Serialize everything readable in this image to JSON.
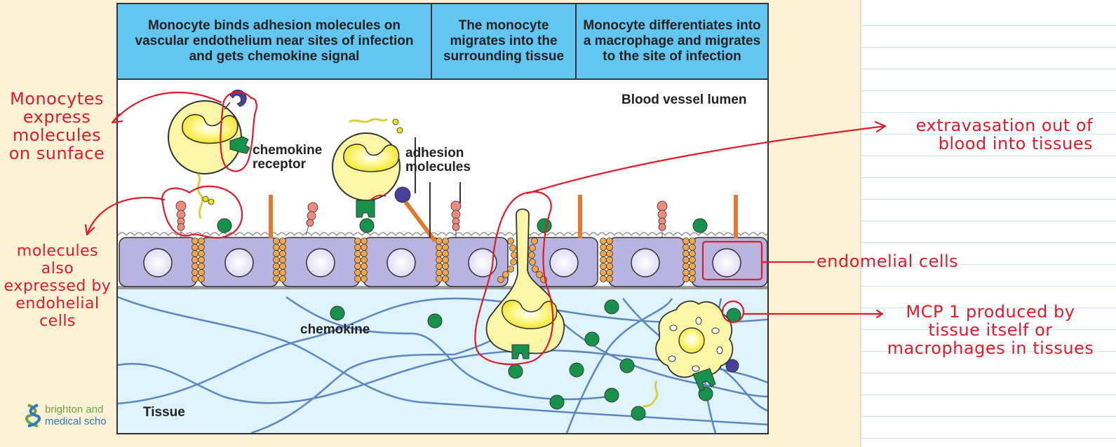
{
  "header": {
    "steps": [
      "Monocyte binds adhesion molecules on vascular endothelium near sites of infection and gets chemokine signal",
      "The monocyte migrates into the surrounding tissue",
      "Monocyte differentiates into a macrophage and migrates to the site of infection"
    ]
  },
  "diagram_labels": {
    "lumen": "Blood vessel lumen",
    "chemokine_receptor_line1": "chemokine",
    "chemokine_receptor_line2": "receptor",
    "adhesion_line1": "adhesion",
    "adhesion_line2": "molecules",
    "chemokine": "chemokine",
    "tissue": "Tissue"
  },
  "logo": {
    "line1": "brighton and",
    "line2": "medical scho"
  },
  "annotations": {
    "monocytes_express": "Monocytes express molecules on sunface",
    "molecules_expressed": "molecules also expressed by endohelial cells",
    "extravasation": "extravasation out of blood into tissues",
    "endothelial_cells": "endomelial cells",
    "mcp1": "MCP 1 produced by tissue itself or macrophages in tissues"
  },
  "colors": {
    "header_bg": "#63c6f1",
    "annotation_red": "#e01b2b",
    "endothelium": "#b9b3df",
    "tissue_bg": "#dff3fb",
    "fiber": "#5b86bf",
    "chemokine_green": "#17924a",
    "monocyte_yellow": "#fbf6a6",
    "receptor_purple": "#4a3f9c",
    "adhesion_pink": "#ef8a7c",
    "junction_orange": "#f4a64a",
    "notebook_line": "#cfe6f3",
    "page_cream": "#fdf2d6"
  }
}
